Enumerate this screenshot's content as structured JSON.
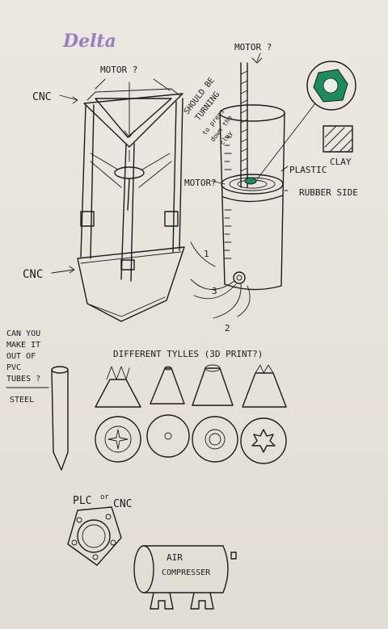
{
  "title": "Delta",
  "labels": {
    "motor_top": "MOTOR ?",
    "cnc_top": "CNC",
    "cnc_bottom": "CNC",
    "motor_right": "MOTOR ?",
    "should_be_turning_1": "SHOULD BE",
    "should_be_turning_2": "TURNING",
    "to_press_1": "to press",
    "to_press_2": "down the",
    "to_press_3": "clay",
    "plastic": "PLASTIC",
    "clay": "CLAY",
    "motor_side": "MOTOR?",
    "rubber_side": "RUBBER SIDE",
    "num_1": "1",
    "num_2": "2",
    "num_3": "3",
    "question_1": "CAN YOU",
    "question_2": "MAKE IT",
    "question_3": "OUT OF",
    "question_4": "PVC",
    "question_5": "TUBES ?",
    "steel": "STEEL",
    "nozzles": "DIFFERENT TYLLES (3D PRINT?)",
    "plc_1": "PLC",
    "plc_or": "or",
    "plc_cnc": "CNC",
    "air_1": "AIR",
    "air_2": "COMPRESSER"
  },
  "colors": {
    "ink": "#1b1b1f",
    "title": "#9b7fb8",
    "nut": "#1f8a5b",
    "paper": "#ece8e1"
  }
}
